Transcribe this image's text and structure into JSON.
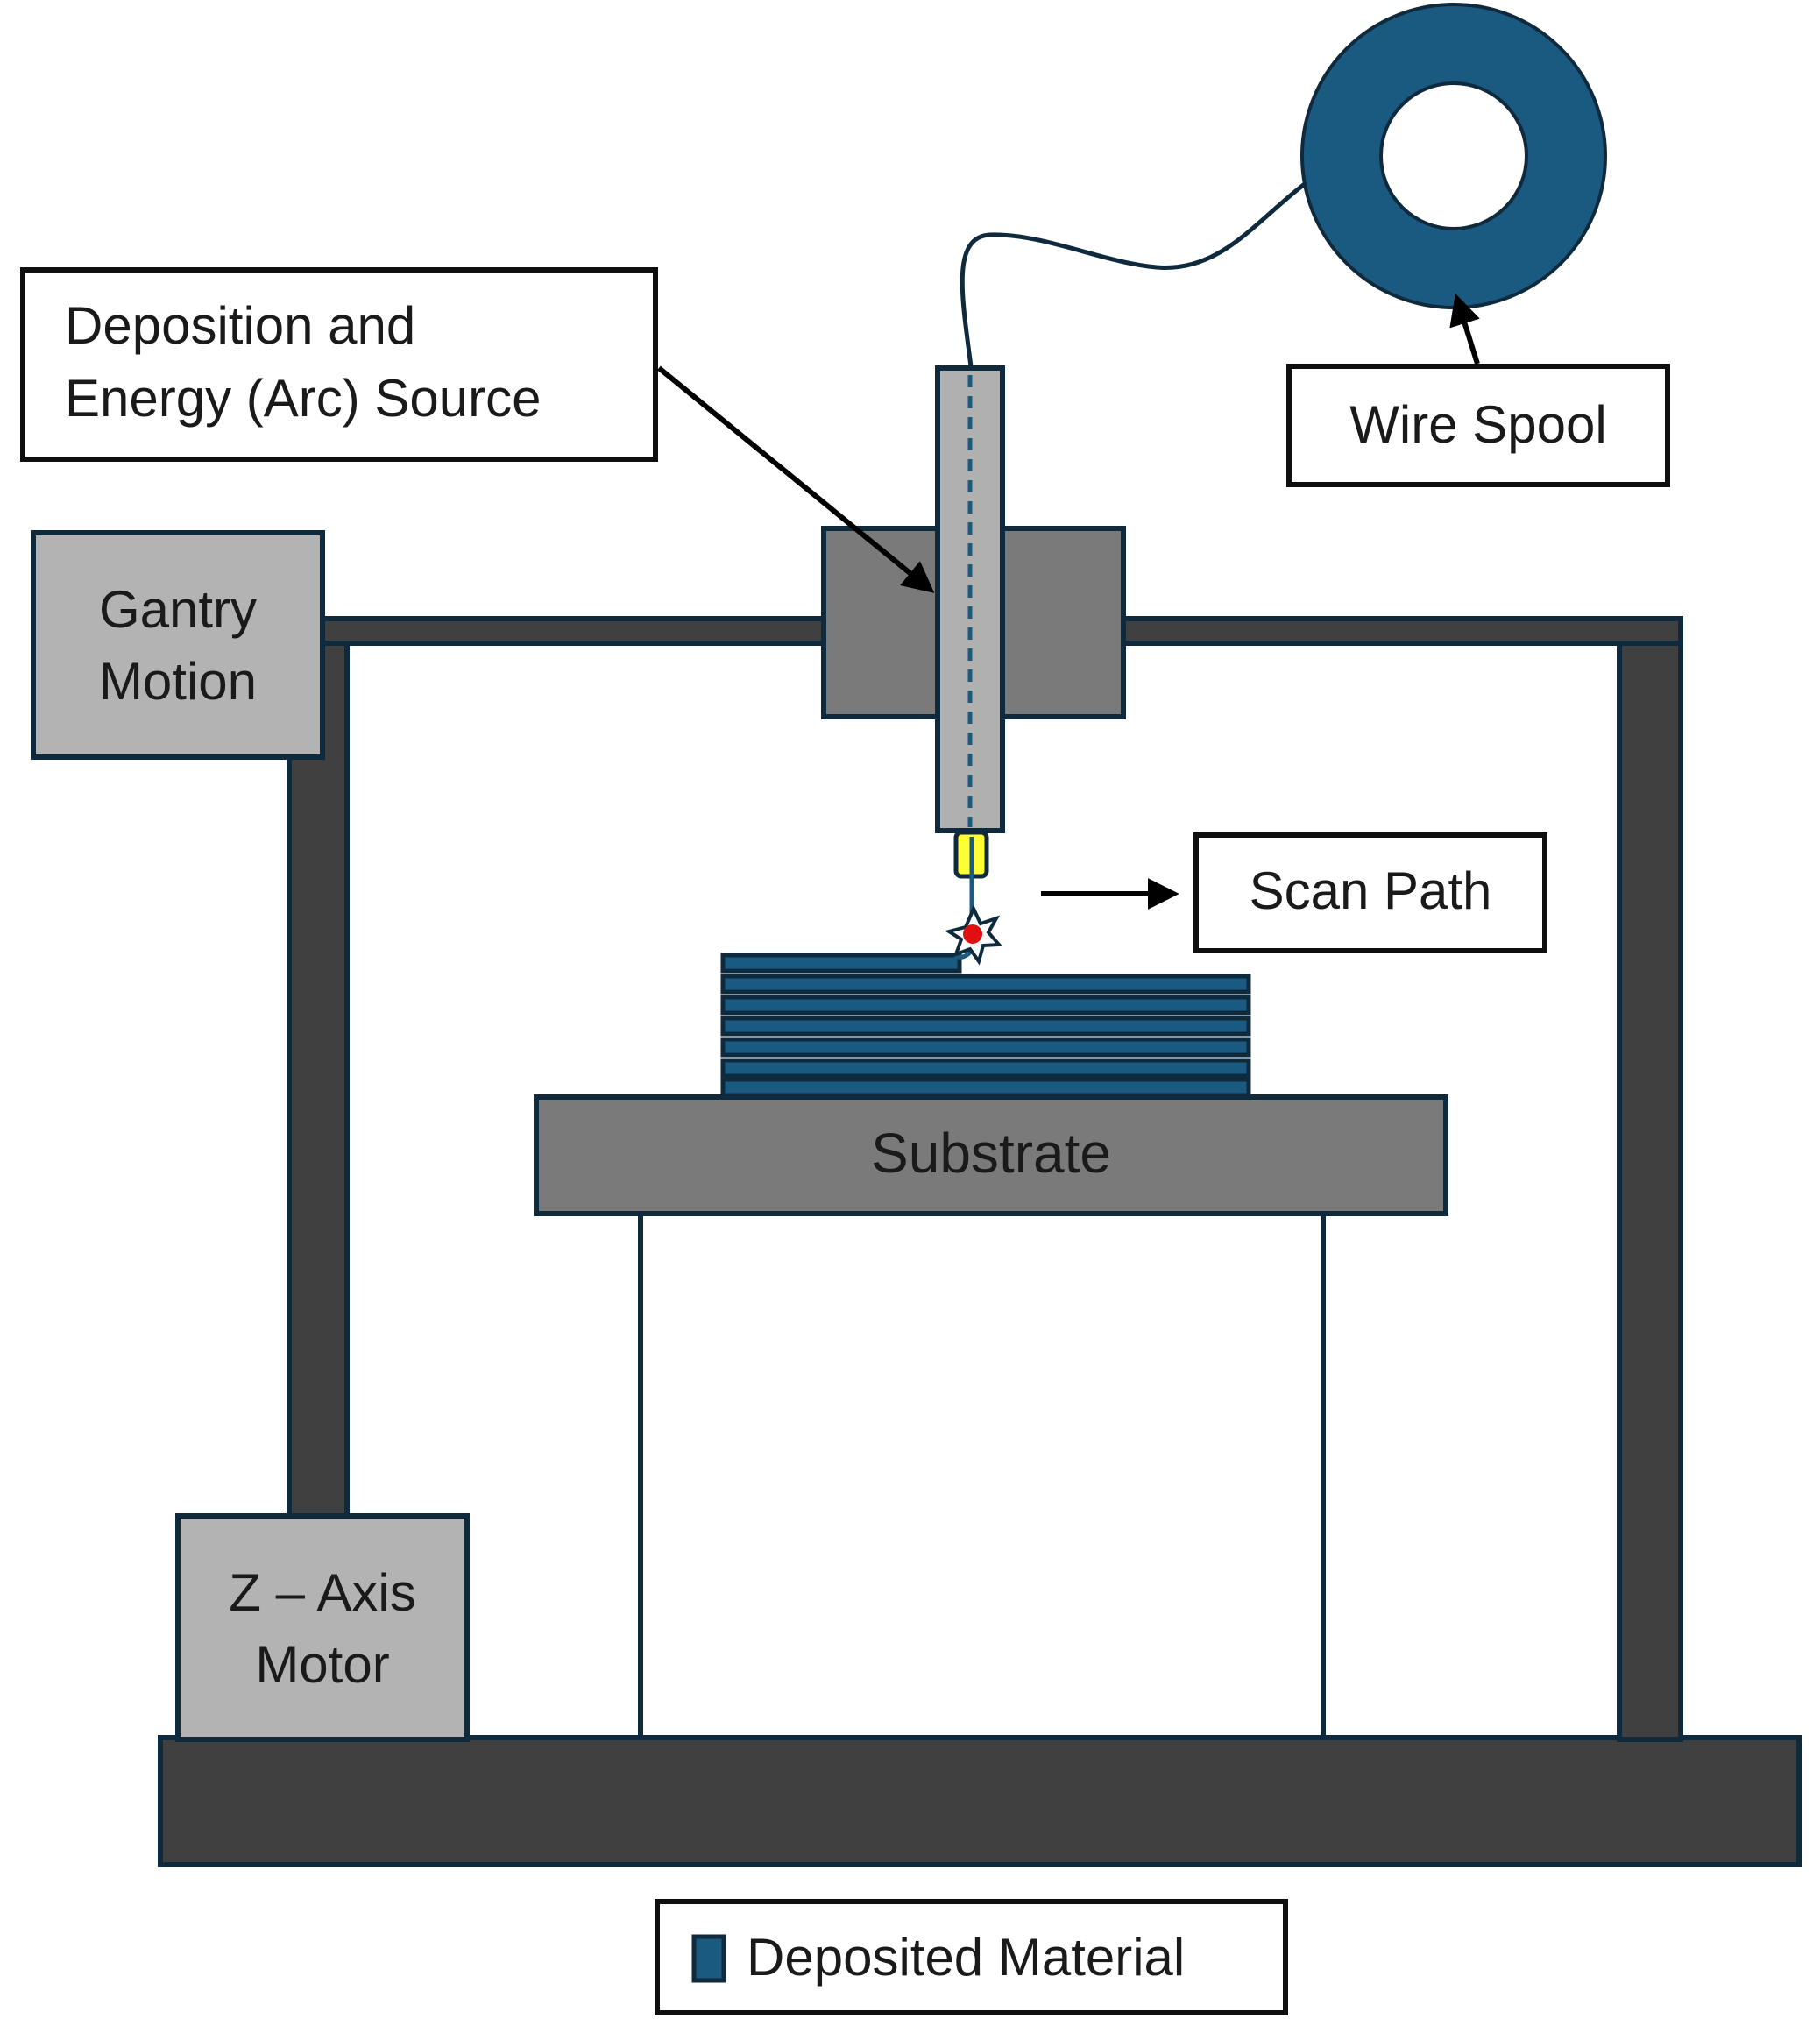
{
  "labels": {
    "deposition_line1": "Deposition and",
    "deposition_line2": "Energy (Arc) Source",
    "wire_spool": "Wire Spool",
    "gantry_line1": "Gantry",
    "gantry_line2": "Motion",
    "scan_path": "Scan Path",
    "substrate": "Substrate",
    "z_axis_line1": "Z – Axis",
    "z_axis_line2": "Motor",
    "legend": "Deposited Material"
  },
  "colors": {
    "outline": "#0f2a3c",
    "frame": "#404040",
    "carriage": "#7a7a7a",
    "torch": "#b0b0b0",
    "motor_box": "#b3b3b3",
    "deposit": "#1b5a80",
    "spool": "#1b5a80",
    "nozzle": "#ffff33",
    "arc": "#e01010"
  },
  "deposited_layers": 6
}
